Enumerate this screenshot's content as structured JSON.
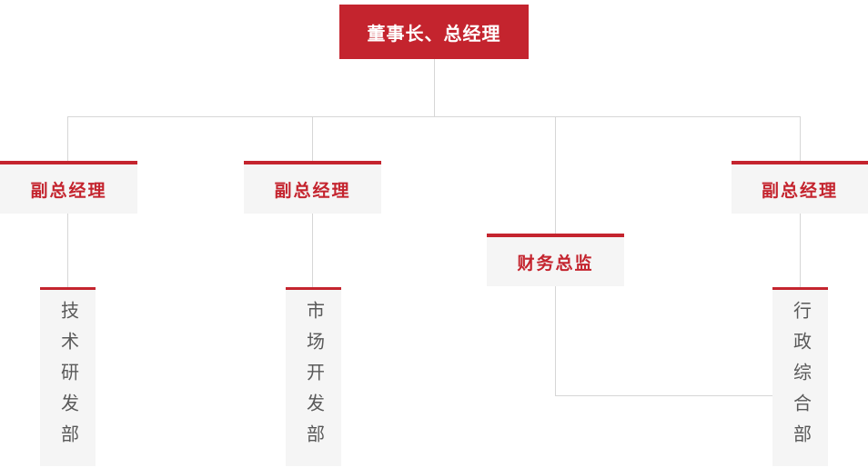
{
  "org_chart": {
    "root": {
      "id": "root",
      "label": "董事长、总经理"
    },
    "level2": [
      {
        "id": "vgm1",
        "label": "副总经理"
      },
      {
        "id": "vgm2",
        "label": "副总经理"
      },
      {
        "id": "cfo",
        "label": "财务总监"
      },
      {
        "id": "vgm3",
        "label": "副总经理"
      }
    ],
    "departments": [
      {
        "id": "dept1",
        "label": "技术研发部"
      },
      {
        "id": "dept2",
        "label": "市场开发部"
      },
      {
        "id": "dept3",
        "label": "行政综合部"
      }
    ],
    "edges": [
      {
        "from": "root",
        "to": "vgm1"
      },
      {
        "from": "root",
        "to": "vgm2"
      },
      {
        "from": "root",
        "to": "cfo"
      },
      {
        "from": "root",
        "to": "vgm3"
      },
      {
        "from": "vgm1",
        "to": "dept1"
      },
      {
        "from": "vgm2",
        "to": "dept2"
      },
      {
        "from": "vgm3",
        "to": "dept3"
      },
      {
        "from": "cfo",
        "to": "dept3"
      }
    ]
  },
  "colors": {
    "accent_red": "#c4242e",
    "node_background": "#f5f5f5",
    "connector_line": "#d6d6d6",
    "department_text": "#595959",
    "root_text": "#ffffff",
    "page_background": "#ffffff"
  }
}
